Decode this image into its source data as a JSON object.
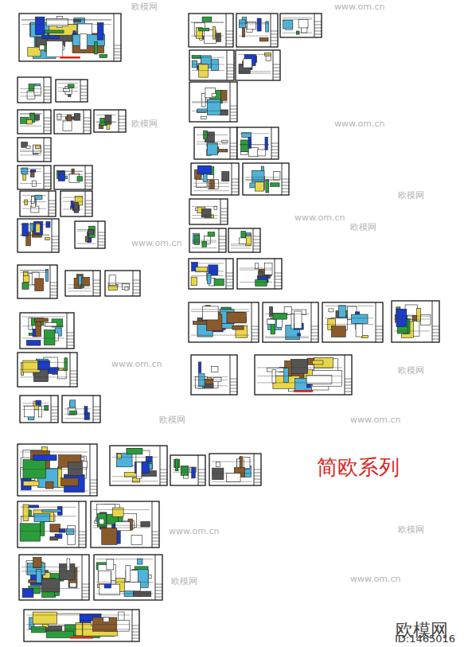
{
  "diagram": {
    "labels": [
      "简欧系列",
      "欧模网",
      "ID:1465016",
      "欧模网",
      "www.om.cn",
      "欧模网",
      "www.om.cn",
      "欧模网",
      "www.om.cn",
      "欧模网",
      "www.om.cn",
      "欧模网",
      "www.om.cn",
      "欧模网",
      "www.om.cn",
      "欧模网",
      "www.om.cn",
      "欧模网",
      "www.om.cn"
    ]
  }
}
